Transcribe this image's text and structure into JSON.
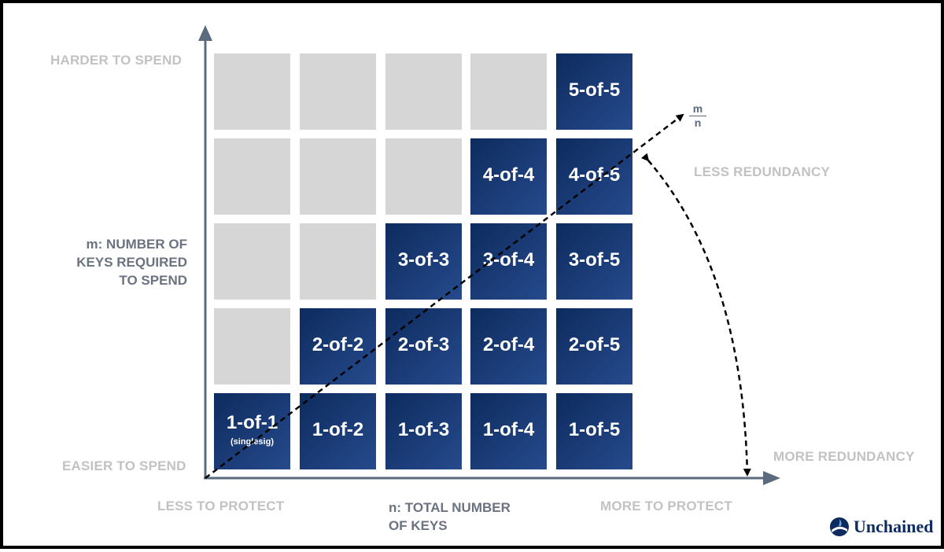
{
  "labels": {
    "harder_to_spend": "HARDER TO SPEND",
    "easier_to_spend": "EASIER TO SPEND",
    "m_axis": "m: NUMBER OF\nKEYS REQUIRED\nTO SPEND",
    "n_axis": "n: TOTAL NUMBER\nOF KEYS",
    "less_to_protect": "LESS TO PROTECT",
    "more_to_protect": "MORE TO PROTECT",
    "less_redundancy": "LESS REDUNDANCY",
    "more_redundancy": "MORE REDUNDANCY",
    "fraction_numerator": "m",
    "fraction_denominator": "n"
  },
  "grid": {
    "rows": [
      {
        "m": 5,
        "cells": [
          "",
          "",
          "",
          "",
          "5-of-5"
        ]
      },
      {
        "m": 4,
        "cells": [
          "",
          "",
          "",
          "4-of-4",
          "4-of-5"
        ]
      },
      {
        "m": 3,
        "cells": [
          "",
          "",
          "3-of-3",
          "3-of-4",
          "3-of-5"
        ]
      },
      {
        "m": 2,
        "cells": [
          "",
          "2-of-2",
          "2-of-3",
          "2-of-4",
          "2-of-5"
        ]
      },
      {
        "m": 1,
        "cells": [
          "1-of-1",
          "1-of-2",
          "1-of-3",
          "1-of-4",
          "1-of-5"
        ]
      }
    ],
    "singlesig_note": "(singlesig)"
  },
  "brand": {
    "name": "Unchained"
  },
  "colors": {
    "filled_dark": "#0d2b5e",
    "filled_light": "#264a8c",
    "empty": "#d6d6d6",
    "axis": "#5b6b7d"
  }
}
